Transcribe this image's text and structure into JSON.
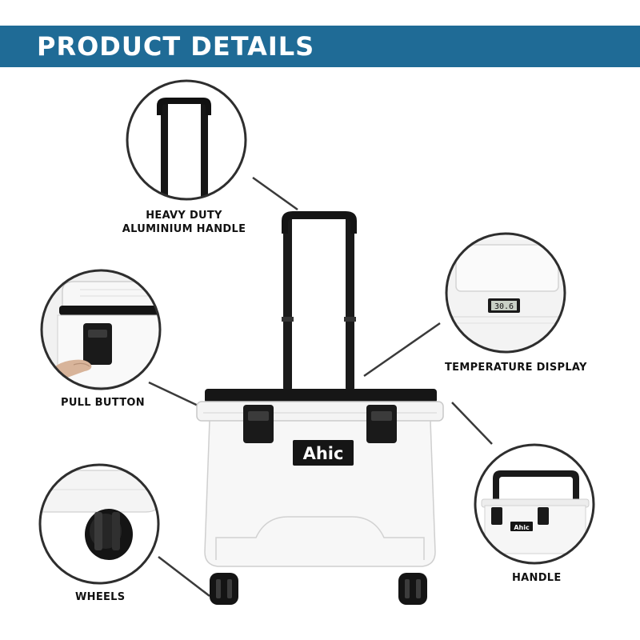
{
  "banner": {
    "title": "PRODUCT DETAILS",
    "color": "#1f6b96"
  },
  "brand": {
    "logo_text": "Ahic"
  },
  "display": {
    "reading": "30.6"
  },
  "labels": {
    "heavy_duty_line1": "HEAVY DUTY",
    "heavy_duty_line2": "ALUMINIUM HANDLE",
    "temperature_display": "TEMPERATURE DISPLAY",
    "pull_button": "PULL BUTTON",
    "handle": "HANDLE",
    "wheels": "WHEELS"
  },
  "icons": [
    "trolley-handle",
    "latch",
    "wheel",
    "carry-handle",
    "lcd-thermometer"
  ]
}
